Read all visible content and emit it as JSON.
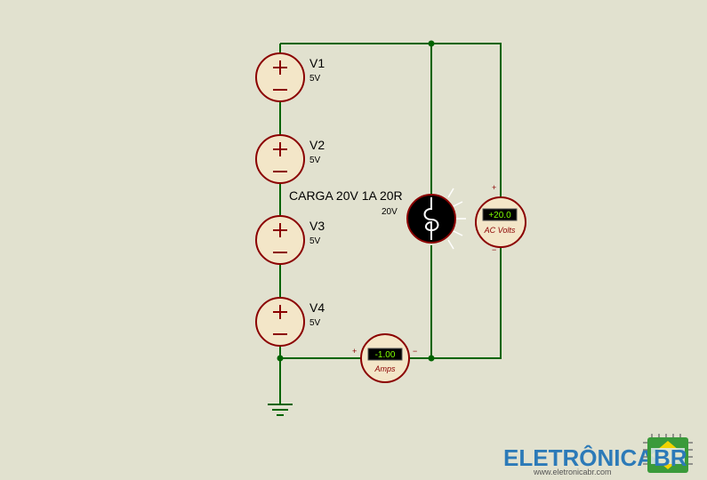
{
  "sources": [
    {
      "name": "V1",
      "value": "5V"
    },
    {
      "name": "V2",
      "value": "5V"
    },
    {
      "name": "V3",
      "value": "5V"
    },
    {
      "name": "V4",
      "value": "5V"
    }
  ],
  "load": {
    "label": "CARGA 20V 1A 20R",
    "voltage": "20V"
  },
  "voltmeter": {
    "reading": "+20.0",
    "caption": "AC Volts",
    "plus": "+",
    "minus": "−"
  },
  "ammeter": {
    "reading": "-1.00",
    "caption": "Amps",
    "plus": "+",
    "minus": "−"
  },
  "logo": {
    "text": "ELETRÔNICA",
    "suffix": "BR",
    "url": "www.eletronicabr.com"
  },
  "colors": {
    "wire": "#006400",
    "component": "#8b0000",
    "fill": "#f3e6c8",
    "background": "#e1e1cf",
    "brand": "#2c7ab8"
  }
}
